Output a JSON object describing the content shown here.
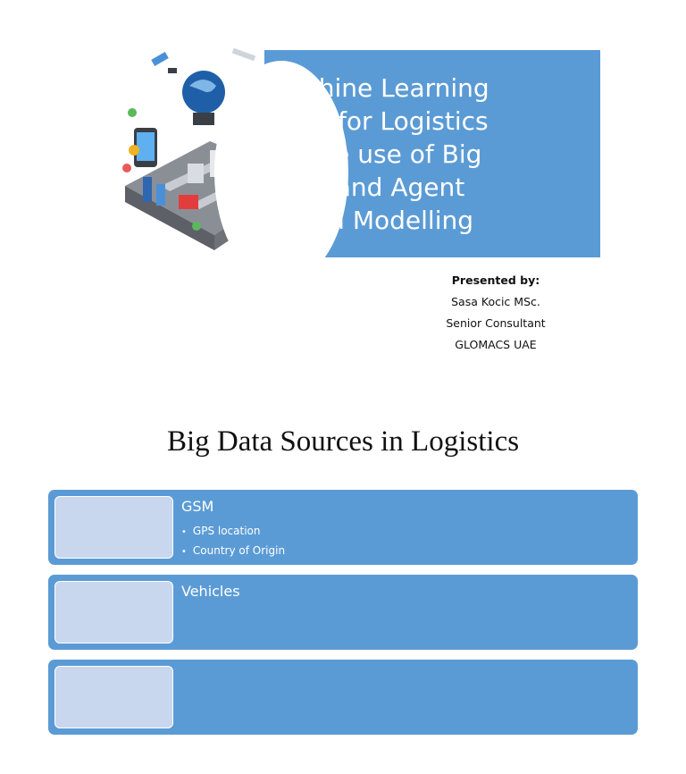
{
  "title_slide": {
    "banner_lines": [
      "Machine Learning",
      "d IoT for Logistics",
      "ith the use of Big",
      "Data and Agent",
      "Based Modelling"
    ],
    "presenter": [
      "Presented by:",
      "Sasa Kocic MSc.",
      "Senior Consultant",
      "GLOMACS UAE"
    ]
  },
  "slide2": {
    "title": "Big Data Sources in Logistics",
    "rows": [
      {
        "heading": "GSM",
        "bullets": [
          "GPS location",
          "Country of Origin"
        ]
      },
      {
        "heading": "Vehicles",
        "bullets": []
      },
      {
        "heading": "",
        "bullets": []
      }
    ]
  },
  "colors": {
    "accent": "#5b9bd5",
    "thumb": "#c9d7ee"
  },
  "icons": [
    "iot-city-illustration",
    "satellite-icon",
    "globe-icon",
    "wifi-icon"
  ]
}
